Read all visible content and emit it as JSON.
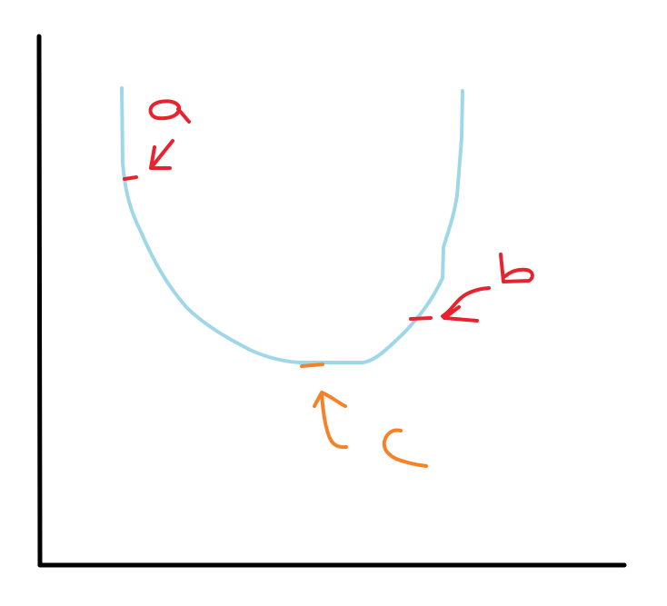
{
  "labels": {
    "a": "a",
    "b": "b",
    "c": "c"
  },
  "colors": {
    "axes": "#000000",
    "curve": "#9ed8e8",
    "marker_ab": "#e8232e",
    "marker_c": "#f58229"
  }
}
